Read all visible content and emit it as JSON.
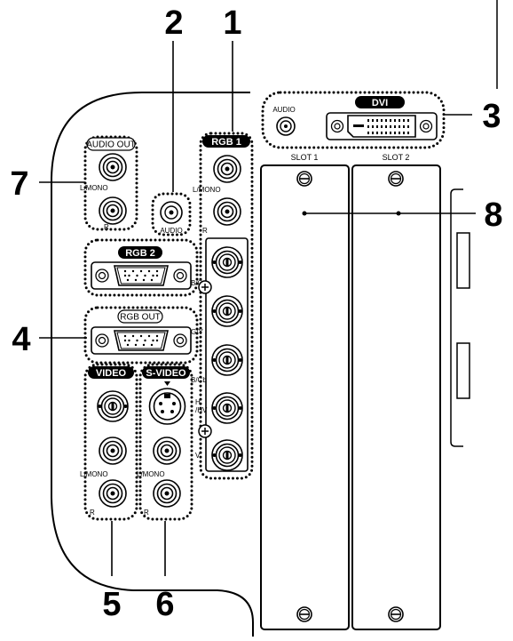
{
  "callouts": {
    "n1": "1",
    "n2": "2",
    "n3": "3",
    "n4": "4",
    "n5": "5",
    "n6": "6",
    "n7": "7",
    "n8": "8"
  },
  "labels": {
    "audio_out": "AUDIO OUT",
    "rgb1": "RGB 1",
    "rgb2": "RGB 2",
    "rgb_out": "RGB OUT",
    "video": "VIDEO",
    "svideo": "S-VIDEO",
    "dvi": "DVI",
    "audio": "AUDIO",
    "slot1": "SLOT 1",
    "slot2": "SLOT 2",
    "l_mono": "L/MONO",
    "r": "R",
    "b_cr": "B/Cr",
    "g_y": "G/Y",
    "b_cb": "B/Cb",
    "h": "H",
    "hv": "/HV",
    "v": "V"
  }
}
